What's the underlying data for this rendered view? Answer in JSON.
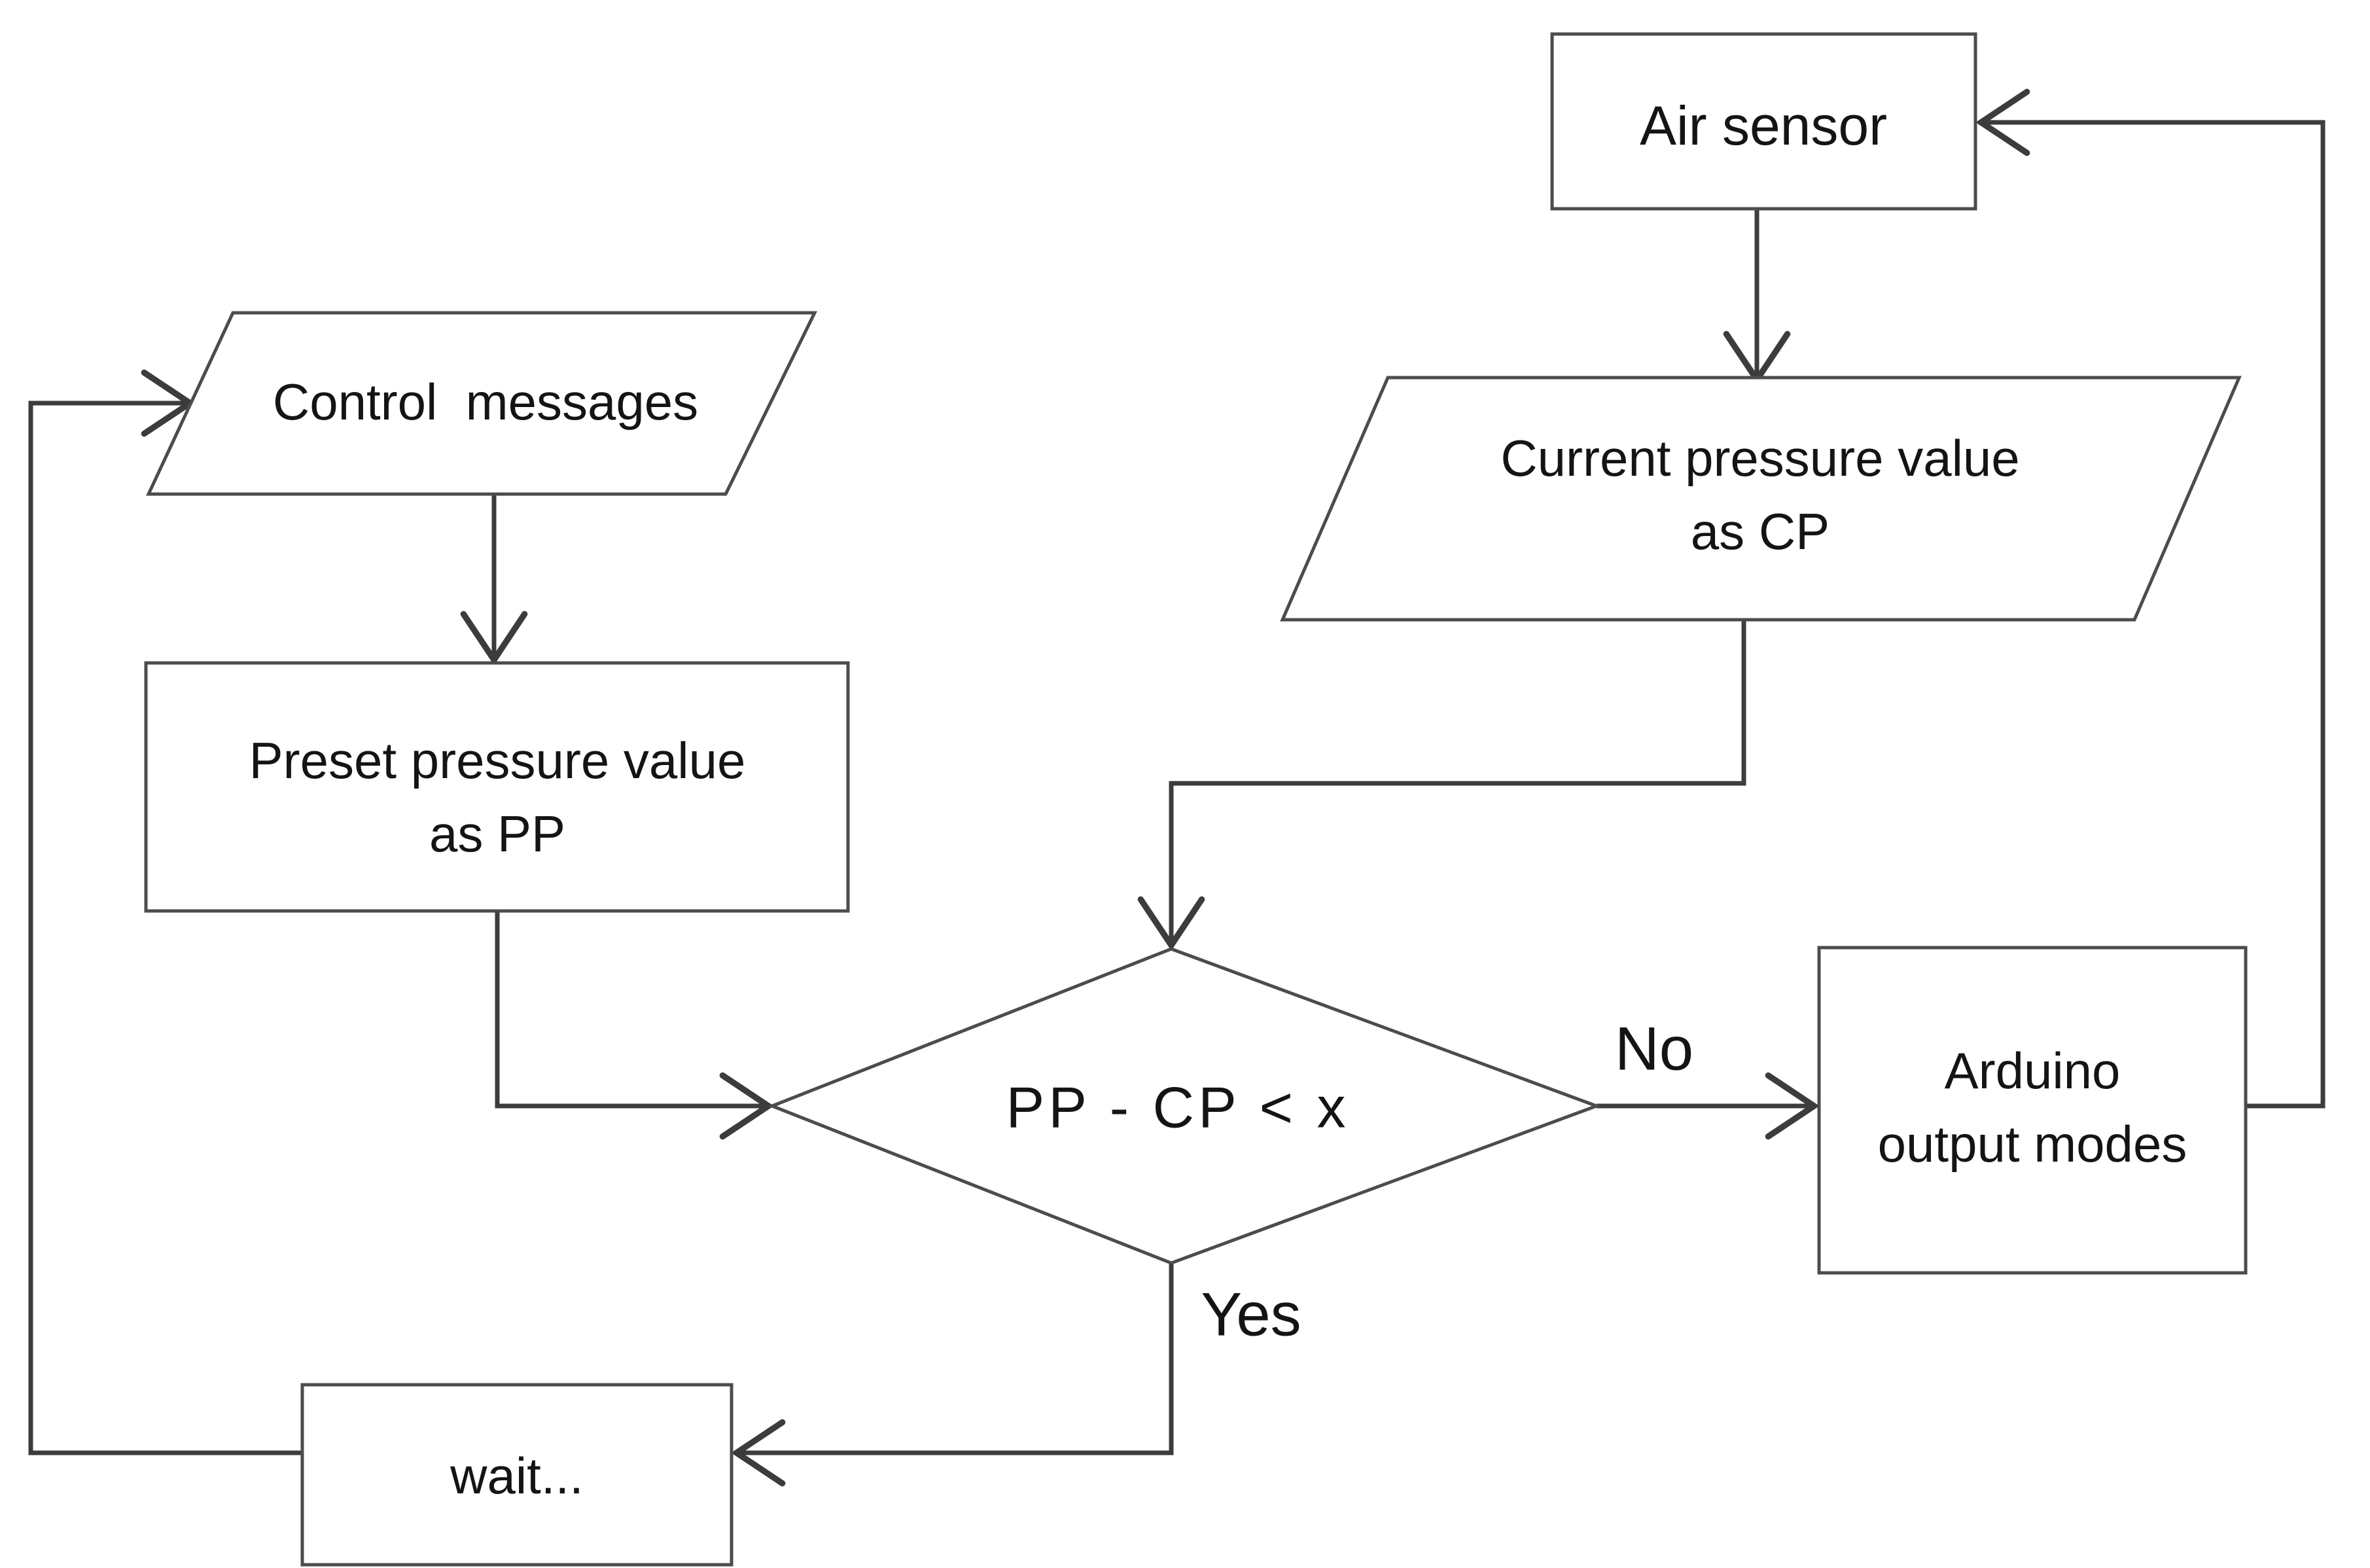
{
  "diagram": {
    "kind": "flowchart",
    "nodes": {
      "air_sensor": {
        "label": "Air sensor",
        "shape": "rectangle",
        "fill": "white"
      },
      "current_pressure": {
        "line1": "Current pressure value",
        "line2": "as CP",
        "shape": "parallelogram",
        "fill": "highlight"
      },
      "control_messages": {
        "label": "Control  messages",
        "shape": "parallelogram",
        "fill": "white"
      },
      "preset_pressure": {
        "line1": "Preset pressure value",
        "line2": "as PP",
        "shape": "rectangle",
        "fill": "highlight"
      },
      "decision": {
        "label": "PP - CP < x",
        "shape": "diamond",
        "fill": "white"
      },
      "arduino_output": {
        "line1": "Arduino",
        "line2": "output modes",
        "shape": "rectangle",
        "fill": "white"
      },
      "wait": {
        "label": "wait...",
        "shape": "rectangle",
        "fill": "white"
      }
    },
    "edge_labels": {
      "no": "No",
      "yes": "Yes"
    },
    "edges": [
      {
        "from": "air_sensor",
        "to": "current_pressure",
        "label": ""
      },
      {
        "from": "current_pressure",
        "to": "decision",
        "label": ""
      },
      {
        "from": "control_messages",
        "to": "preset_pressure",
        "label": ""
      },
      {
        "from": "preset_pressure",
        "to": "decision",
        "label": ""
      },
      {
        "from": "decision",
        "to": "arduino_output",
        "label": "No"
      },
      {
        "from": "arduino_output",
        "to": "air_sensor",
        "label": ""
      },
      {
        "from": "decision",
        "to": "wait",
        "label": "Yes"
      },
      {
        "from": "wait",
        "to": "control_messages",
        "label": ""
      }
    ],
    "colors": {
      "highlight_fill": "#bedce6",
      "plain_fill": "#ffffff",
      "line": "#3c3c3c",
      "border": "#4c4c4c",
      "text": "#141414",
      "background": "#ffffff"
    }
  }
}
